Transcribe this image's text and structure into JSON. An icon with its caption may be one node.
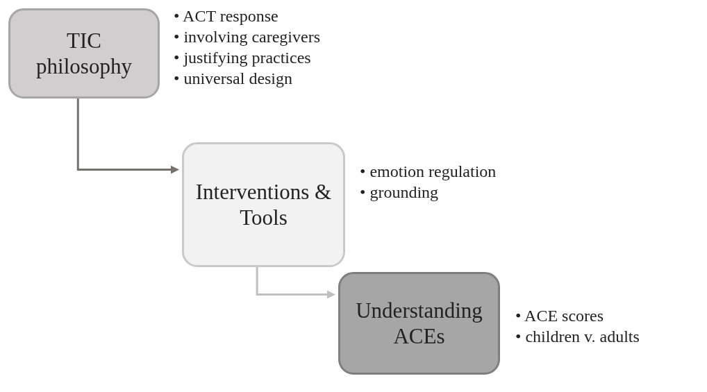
{
  "diagram": {
    "nodes": [
      {
        "text": [
          "TIC philosophy"
        ],
        "beside": [
          "• ACT response",
          "• involving caregivers",
          "• justifying practices",
          "• universal design"
        ]
      },
      {
        "text": [
          "Interventions & Tools"
        ],
        "beside": [
          "• emotion regulation",
          "• grounding"
        ]
      },
      {
        "text": [
          "Understanding ACEs"
        ],
        "beside": [
          "• ACE scores",
          "• children v. adults"
        ]
      }
    ],
    "edges": [
      {
        "from": 0,
        "to": 1,
        "arrow": "to",
        "color": "#767171"
      },
      {
        "from": 1,
        "to": 2,
        "arrow": "to",
        "color": "#bfbfbf"
      }
    ]
  }
}
